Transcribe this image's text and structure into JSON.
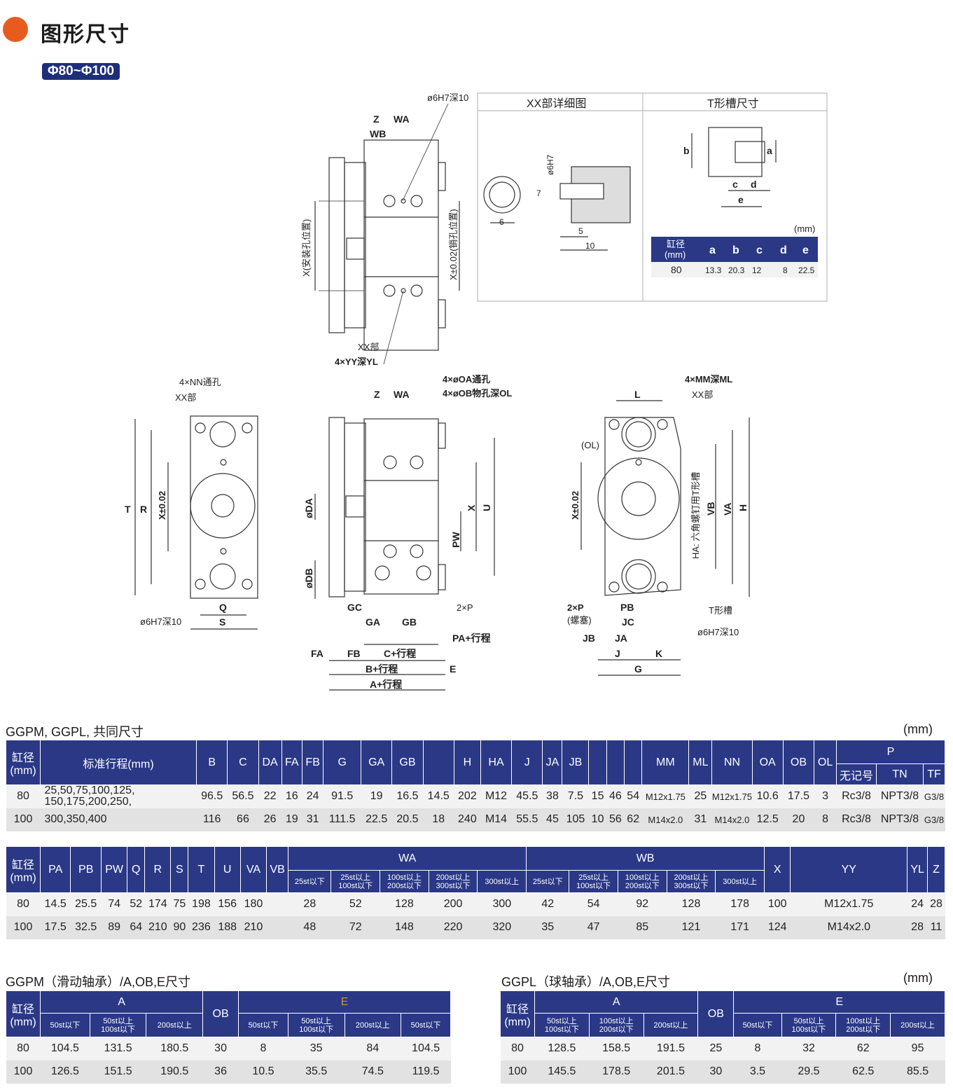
{
  "header": {
    "title": "图形尺寸",
    "badge": "Φ80~Φ100"
  },
  "drawing": {
    "top_view": {
      "pin": "ø6H7深10",
      "z": "Z",
      "wa": "WA",
      "wb": "WB",
      "x_install": "X(安装孔位置)",
      "x_pin": "X±0.02(销孔位置)",
      "xx_part": "XX部",
      "yy": "4×YY深YL"
    },
    "detail": {
      "title": "XX部详细图",
      "d6": "ø6H7",
      "seven": "7",
      "six": "6",
      "five": "5",
      "ten": "10"
    },
    "tslot": {
      "title": "T形槽尺寸",
      "a": "a",
      "b": "b",
      "c": "c",
      "d": "d",
      "e": "e",
      "unit": "(mm)",
      "headers": [
        "缸径\n(mm)",
        "a",
        "b",
        "c",
        "d",
        "e"
      ],
      "row": [
        "80",
        "13.3",
        "20.3",
        "12",
        "8",
        "22.5"
      ]
    },
    "left_view": {
      "nn": "4×NN通孔",
      "xx": "XX部",
      "t": "T",
      "r": "R",
      "x": "X±0.02",
      "q": "Q",
      "s": "S",
      "pin": "ø6H7深10"
    },
    "mid_view": {
      "z": "Z",
      "wa": "WA",
      "oa": "4×øOA通孔",
      "ob": "4×øOB物孔深OL",
      "da": "øDA",
      "db": "øDB",
      "x": "X",
      "u": "U",
      "pw": "PW",
      "gc": "GC",
      "ga": "GA",
      "gb": "GB",
      "p": "2×P",
      "pa": "PA+行程",
      "fa": "FA",
      "fb": "FB",
      "c": "C+行程",
      "b": "B+行程",
      "a": "A+行程",
      "e": "E"
    },
    "right_view": {
      "l": "L",
      "mm": "4×MM深ML",
      "xx": "XX部",
      "ol": "(OL)",
      "x": "X±0.02",
      "vb": "VB",
      "va": "VA",
      "h": "H",
      "ha": "HA: 六角螺钉用T形槽",
      "p": "2×P",
      "plug": "(螺塞)",
      "pb": "PB",
      "jc": "JC",
      "jb": "JB",
      "ja": "JA",
      "j": "J",
      "k": "K",
      "g": "G",
      "tslot": "T形槽",
      "pin": "ø6H7深10"
    }
  },
  "common": {
    "caption": "GGPM, GGPL, 共同尺寸",
    "unit": "(mm)",
    "headers": [
      "缸径\n(mm)",
      "标准行程(mm)",
      "B",
      "C",
      "DA",
      "FA",
      "FB",
      "G",
      "GA",
      "GB",
      "",
      "H",
      "HA",
      "J",
      "JA",
      "JB",
      "",
      "",
      "",
      "MM",
      "ML",
      "NN",
      "OA",
      "OB",
      "OL",
      "P"
    ],
    "p_sub": [
      "无记号",
      "TN",
      "TF"
    ],
    "rows": [
      [
        "80",
        "25,50,75,100,125,\n150,175,200,250,",
        "96.5",
        "56.5",
        "22",
        "16",
        "24",
        "91.5",
        "19",
        "16.5",
        "14.5",
        "202",
        "M12",
        "45.5",
        "38",
        "7.5",
        "15",
        "46",
        "54",
        "M12x1.75",
        "25",
        "M12x1.75",
        "10.6",
        "17.5",
        "3",
        "Rc3/8",
        "NPT3/8",
        "G3/8"
      ],
      [
        "100",
        "300,350,400",
        "116",
        "66",
        "26",
        "19",
        "31",
        "111.5",
        "22.5",
        "20.5",
        "18",
        "240",
        "M14",
        "55.5",
        "45",
        "105",
        "10",
        "56",
        "62",
        "M14x2.0",
        "31",
        "M14x2.0",
        "12.5",
        "20",
        "8",
        "Rc3/8",
        "NPT3/8",
        "G3/8"
      ]
    ]
  },
  "second": {
    "headers": [
      "缸径\n(mm)",
      "PA",
      "PB",
      "PW",
      "Q",
      "R",
      "S",
      "T",
      "U",
      "VA",
      "VB",
      "WA",
      "WB",
      "X",
      "YY",
      "YL",
      "Z"
    ],
    "wa_sub": [
      "25st以下",
      "25st以上\n100st以下",
      "100st以上\n200st以下",
      "200st以上\n300st以下",
      "300st以上"
    ],
    "wb_sub": [
      "25st以下",
      "25st以上\n100st以下",
      "100st以上\n200st以下",
      "200st以上\n300st以下",
      "300st以上"
    ],
    "rows": [
      [
        "80",
        "14.5",
        "25.5",
        "74",
        "52",
        "174",
        "75",
        "198",
        "156",
        "180",
        "",
        "28",
        "52",
        "128",
        "200",
        "300",
        "42",
        "54",
        "92",
        "128",
        "178",
        "100",
        "M12x1.75",
        "24",
        "28"
      ],
      [
        "100",
        "17.5",
        "32.5",
        "89",
        "64",
        "210",
        "90",
        "236",
        "188",
        "210",
        "",
        "48",
        "72",
        "148",
        "220",
        "320",
        "35",
        "47",
        "85",
        "121",
        "171",
        "124",
        "M14x2.0",
        "28",
        "11"
      ]
    ]
  },
  "ggpm": {
    "caption": "GGPM（滑动轴承）/A,OB,E尺寸",
    "headers": [
      "缸径\n(mm)",
      "A",
      "OB",
      "E"
    ],
    "a_sub": [
      "50st以下",
      "50st以上\n100st以下",
      "200st以上"
    ],
    "e_sub": [
      "50st以下",
      "50st以上\n100st以下",
      "200st以上",
      "50st以下"
    ],
    "rows": [
      [
        "80",
        "104.5",
        "131.5",
        "180.5",
        "30",
        "8",
        "35",
        "84",
        "104.5"
      ],
      [
        "100",
        "126.5",
        "151.5",
        "190.5",
        "36",
        "10.5",
        "35.5",
        "74.5",
        "119.5"
      ]
    ]
  },
  "ggpl": {
    "caption": "GGPL（球轴承）/A,OB,E尺寸",
    "unit": "(mm)",
    "headers": [
      "缸径\n(mm)",
      "A",
      "OB",
      "E"
    ],
    "a_sub": [
      "50st以上\n100st以下",
      "100st以上\n200st以下",
      "200st以上"
    ],
    "e_sub": [
      "50st以下",
      "50st以上\n100st以下",
      "100st以上\n200st以下",
      "200st以上"
    ],
    "rows": [
      [
        "80",
        "128.5",
        "158.5",
        "191.5",
        "25",
        "8",
        "32",
        "62",
        "95"
      ],
      [
        "100",
        "145.5",
        "178.5",
        "201.5",
        "30",
        "3.5",
        "29.5",
        "62.5",
        "85.5"
      ]
    ]
  }
}
